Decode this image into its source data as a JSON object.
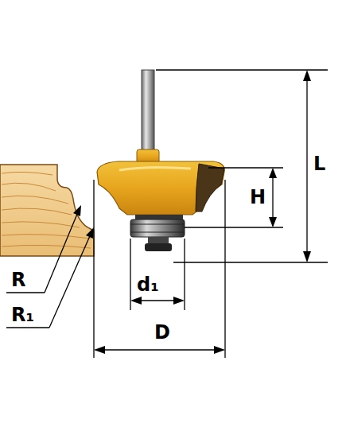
{
  "diagram": {
    "labels": [
      "L",
      "H",
      "R",
      "R₁",
      "d₁",
      "D"
    ]
  }
}
